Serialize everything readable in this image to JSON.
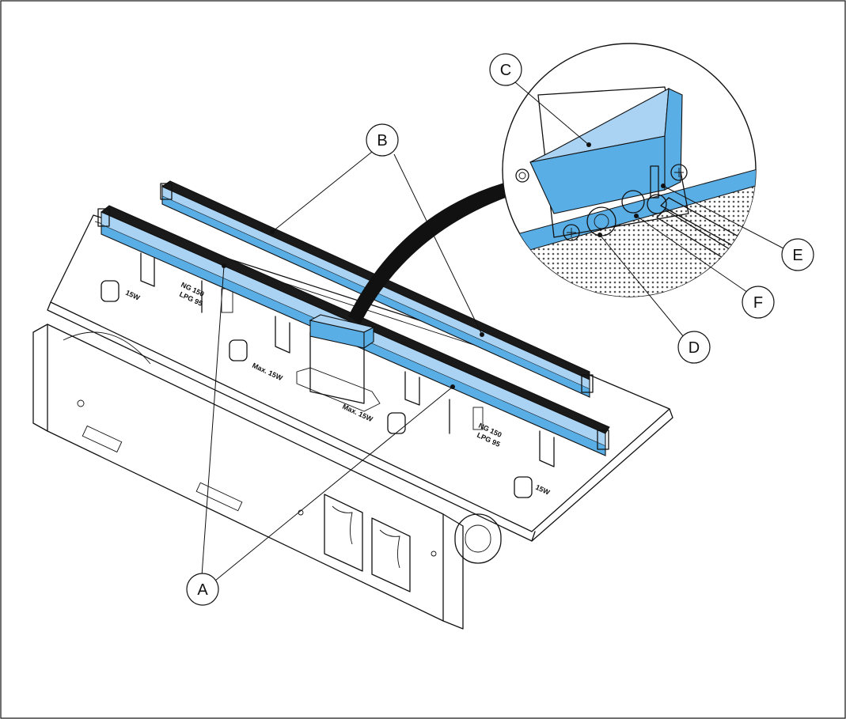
{
  "callouts": {
    "a": "A",
    "b": "B",
    "c": "C",
    "d": "D",
    "e": "E",
    "f": "F"
  },
  "plate_labels": {
    "w1": "15W",
    "w2": "Max. 15W",
    "w3": "Max. 15W",
    "w4": "15W",
    "gas1_line1": "NG 150",
    "gas1_line2": "LPG 95",
    "gas2_line1": "NG 150",
    "gas2_line2": "LPG 95"
  },
  "colors": {
    "highlight": "#5aaee6",
    "highlight_light": "#a9d2f3",
    "heater_dark": "#1a1a1a",
    "line": "#111111"
  },
  "icons": {
    "magnifier": "detail-circle",
    "screw": "phillips-screw-icon"
  }
}
